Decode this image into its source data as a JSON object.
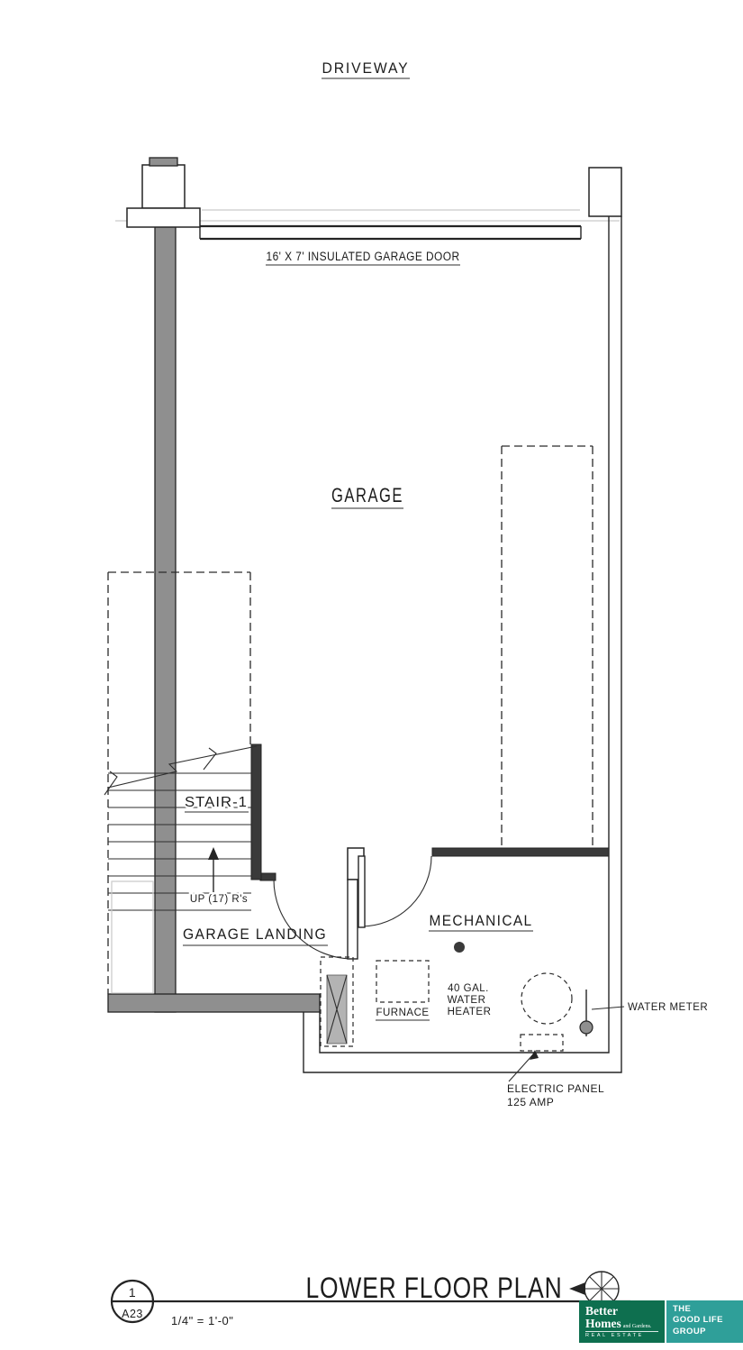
{
  "page": {
    "background": "#ffffff",
    "ink": "#242424",
    "wall_gray": "#8f8f8f"
  },
  "plan": {
    "driveway_label": "DRIVEWAY",
    "garage_door_label": "16' X 7' INSULATED GARAGE DOOR",
    "rooms": {
      "garage": "GARAGE",
      "stair": "STAIR-1",
      "garage_landing": "GARAGE LANDING",
      "mechanical": "MECHANICAL"
    },
    "notes": {
      "up": "UP (17) R's"
    },
    "equipment": {
      "furnace": "FURNACE",
      "water_heater": {
        "line1": "40 GAL.",
        "line2": "WATER",
        "line3": "HEATER"
      },
      "water_meter": "WATER METER",
      "electric_panel": {
        "line1": "ELECTRIC PANEL",
        "line2": "125 AMP"
      }
    }
  },
  "titleblock": {
    "detail_number": "1",
    "sheet_number": "A23",
    "title": "LOWER FLOOR PLAN",
    "scale": "1/4\" = 1'-0\""
  },
  "logo": {
    "brand": {
      "line1": "Better",
      "line2": "Homes",
      "line3": "and Gardens.",
      "line4": "REAL ESTATE"
    },
    "group": {
      "line1": "THE",
      "line2": "GOOD LIFE",
      "line3": "GROUP"
    },
    "colors": {
      "green": "#0e6f4f",
      "teal": "#2f9f99"
    }
  }
}
